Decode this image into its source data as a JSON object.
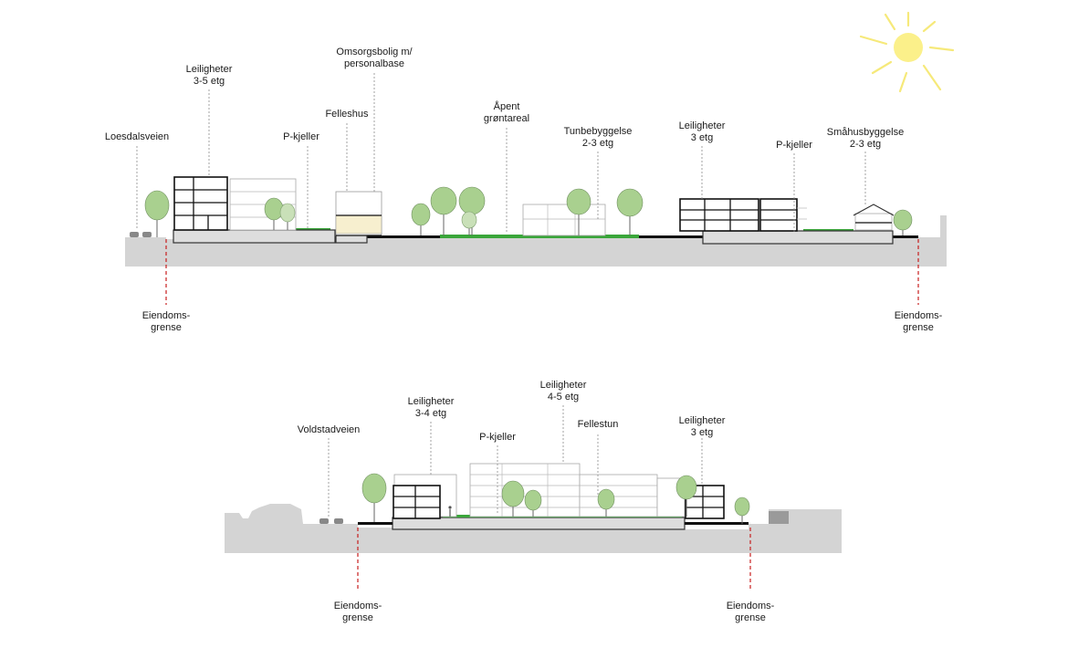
{
  "colors": {
    "ground": "#d4d4d4",
    "grass": "#3aa63a",
    "property_line": "#c81e1e",
    "sun": "#fbf08a",
    "tree": "#a9d08f",
    "felleshus_fill": "#f7efcf"
  },
  "icons": [
    "sun-icon",
    "tree-icon",
    "car-icon",
    "person-icon"
  ],
  "section_1": {
    "labels": {
      "loesdalsveien": "Loesdalsveien",
      "leiligheter_3_5_l1": "Leiligheter",
      "leiligheter_3_5_l2": "3-5 etg",
      "omsorgsbolig_l1": "Omsorgsbolig m/",
      "omsorgsbolig_l2": "personalbase",
      "felleshus": "Felleshus",
      "p_kjeller_1": "P-kjeller",
      "apent_l1": "Åpent",
      "apent_l2": "grøntareal",
      "tunbebyggelse_l1": "Tunbebyggelse",
      "tunbebyggelse_l2": "2-3 etg",
      "leiligheter_3_l1": "Leiligheter",
      "leiligheter_3_l2": "3 etg",
      "p_kjeller_2": "P-kjeller",
      "smahus_l1": "Småhusbyggelse",
      "smahus_l2": "2-3 etg",
      "eiendom_left_l1": "Eiendoms-",
      "eiendom_left_l2": "grense",
      "eiendom_right_l1": "Eiendoms-",
      "eiendom_right_l2": "grense"
    }
  },
  "section_2": {
    "labels": {
      "voldstadveien": "Voldstadveien",
      "leiligheter_3_4_l1": "Leiligheter",
      "leiligheter_3_4_l2": "3-4 etg",
      "leiligheter_4_5_l1": "Leiligheter",
      "leiligheter_4_5_l2": "4-5 etg",
      "p_kjeller": "P-kjeller",
      "fellestun": "Fellestun",
      "leiligheter_3_l1": "Leiligheter",
      "leiligheter_3_l2": "3 etg",
      "eiendom_left_l1": "Eiendoms-",
      "eiendom_left_l2": "grense",
      "eiendom_right_l1": "Eiendoms-",
      "eiendom_right_l2": "grense"
    }
  }
}
